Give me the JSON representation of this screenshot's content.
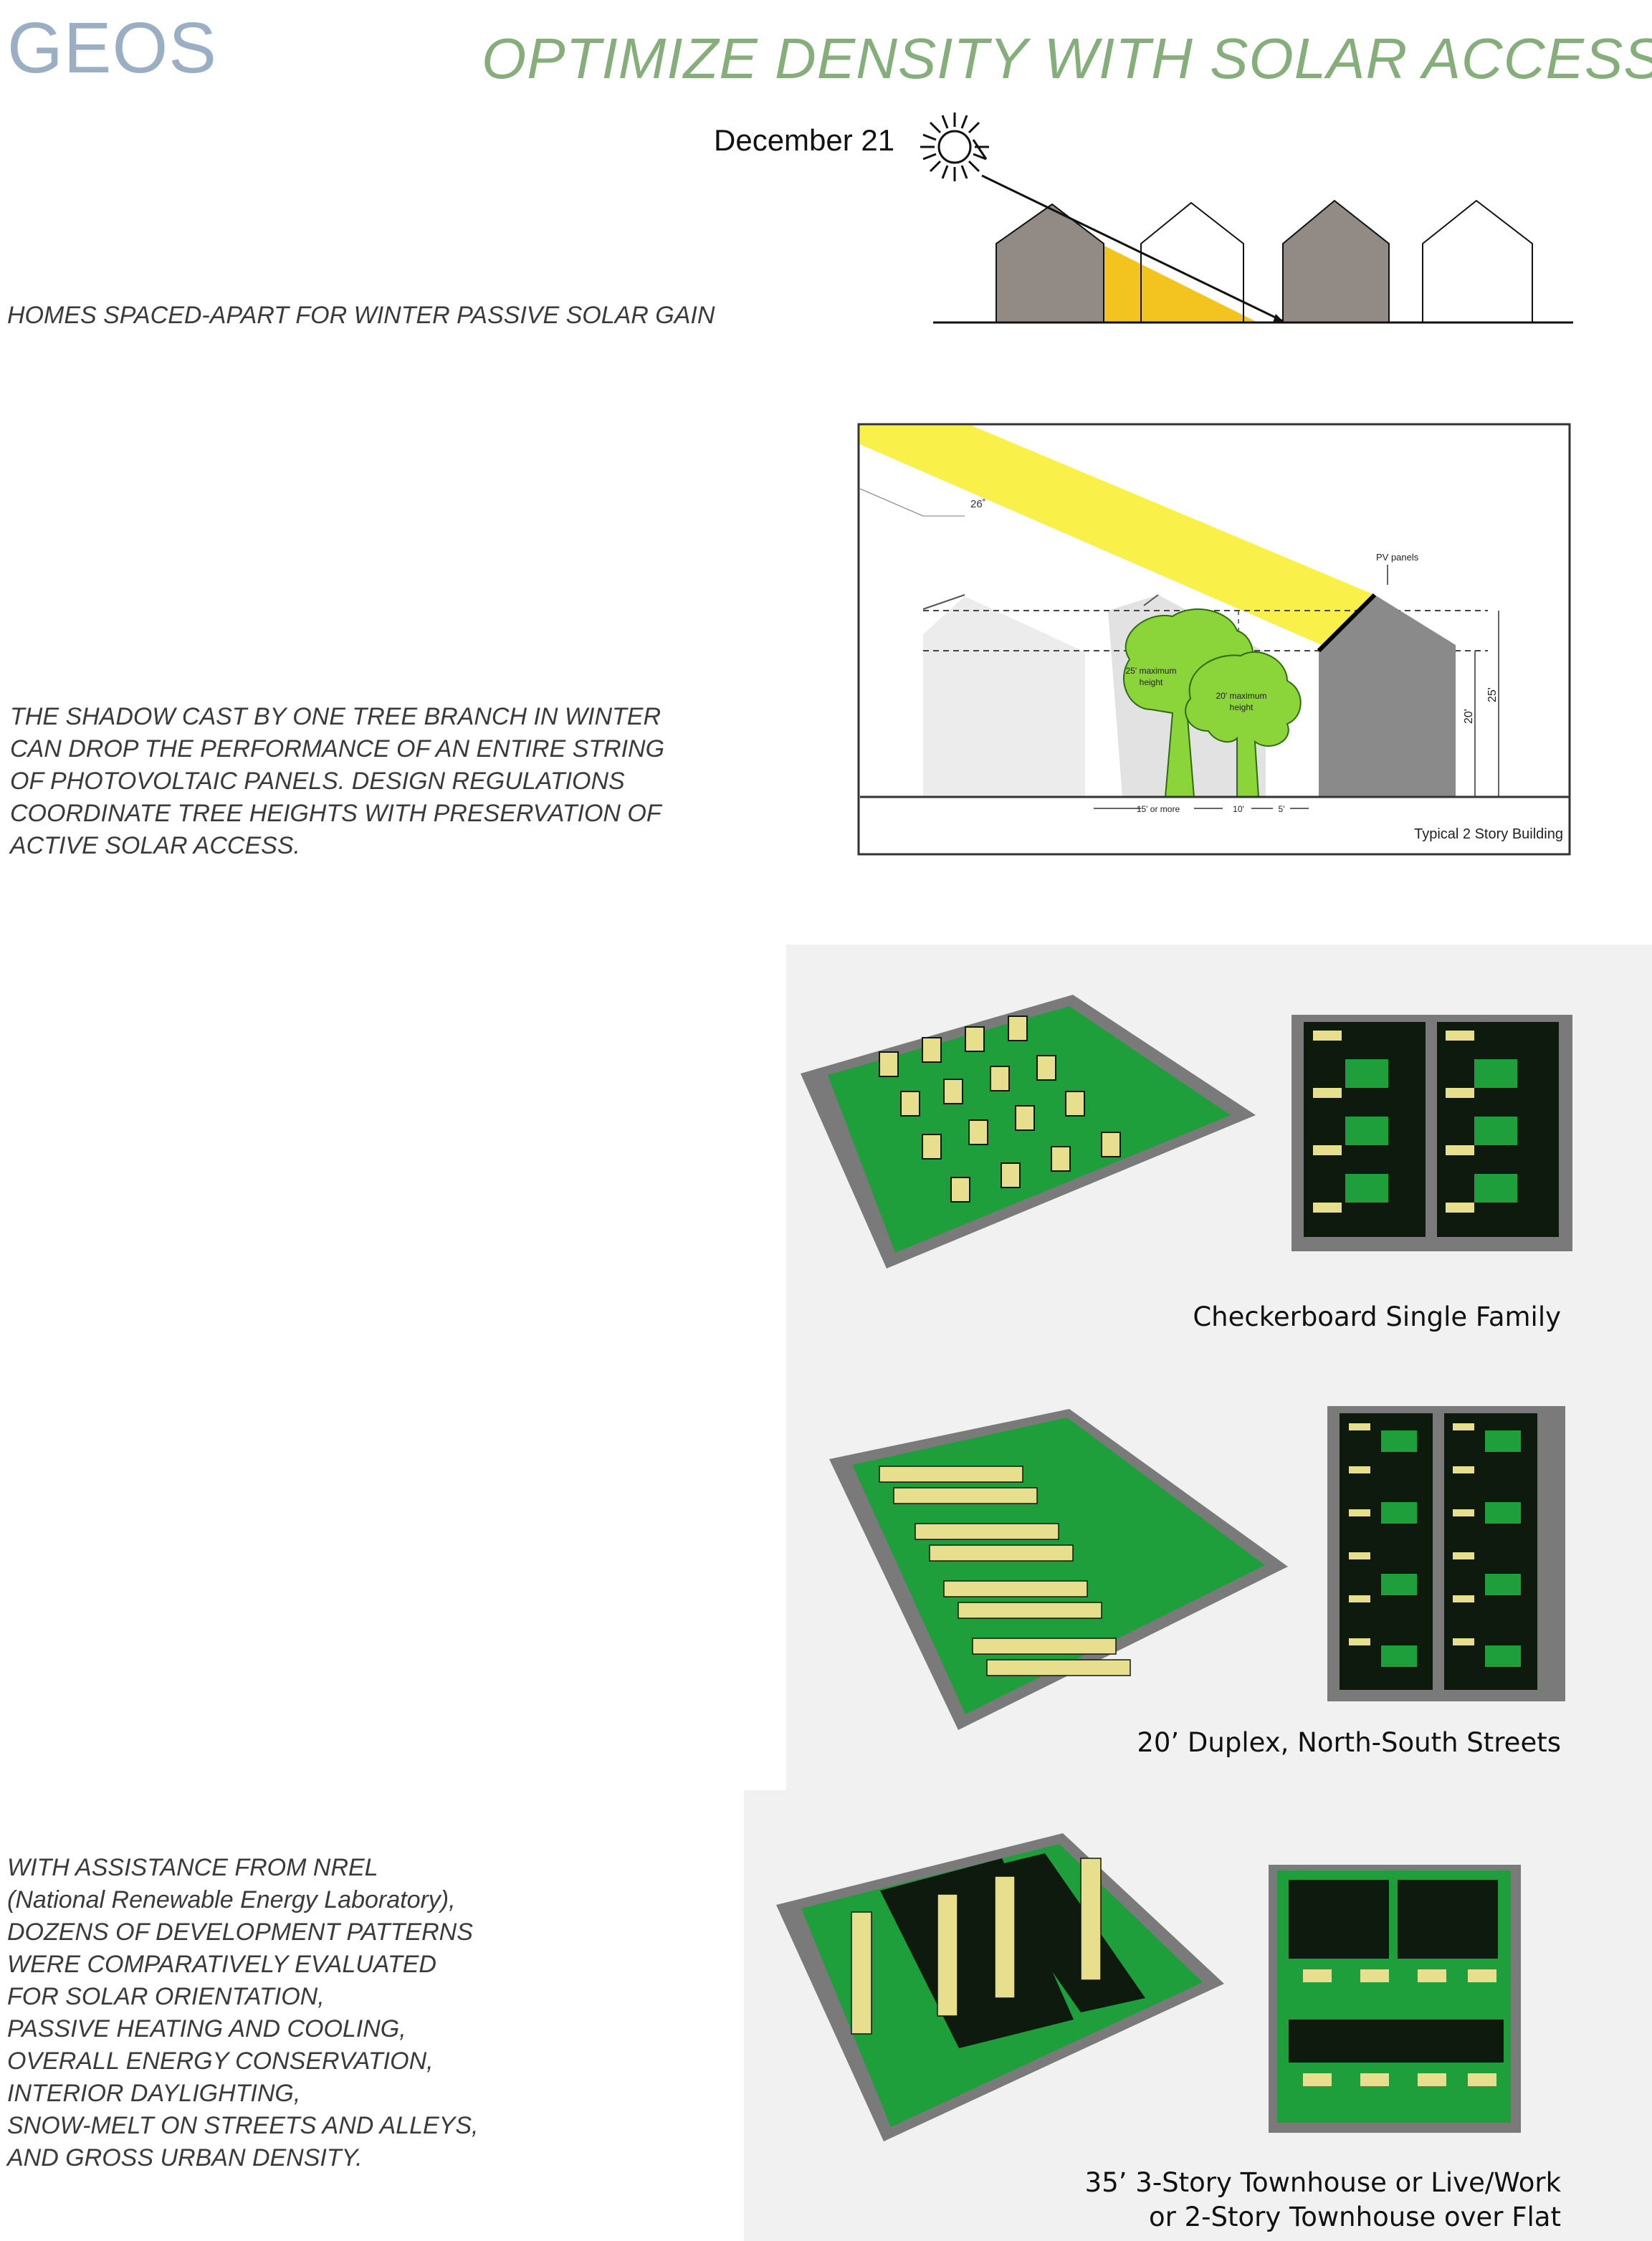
{
  "header": {
    "logo": "GEOS",
    "title": "OPTIMIZE DENSITY WITH SOLAR ACCESS"
  },
  "section1": {
    "date_label": "December 21",
    "caption": "HOMES SPACED-APART FOR WINTER PASSIVE SOLAR GAIN",
    "colors": {
      "shadow": "#f3c41f",
      "house_dark": "#928a84",
      "house_light": "#ffffff"
    }
  },
  "section2": {
    "caption": "THE SHADOW CAST BY ONE TREE BRANCH IN WINTER\nCAN DROP THE PERFORMANCE OF AN ENTIRE STRING\nOF PHOTOVOLTAIC PANELS.  DESIGN REGULATIONS\nCOORDINATE TREE HEIGHTS WITH PRESERVATION OF\nACTIVE SOLAR ACCESS.",
    "diagram": {
      "angle_label": "26˚",
      "pv_label": "PV panels",
      "tree1_label": [
        "25' maximum",
        "height"
      ],
      "tree2_label": [
        "20' maximum",
        "height"
      ],
      "dim_15": "15' or more",
      "dim_10": "10'",
      "dim_5": "5'",
      "dim_20": "20'",
      "dim_25": "25'",
      "building_label": "Typical 2 Story Building",
      "colors": {
        "sun_ray": "#f9f04a",
        "tree": "#8bd43a",
        "building": "#8a8a8a"
      }
    }
  },
  "section3": {
    "panels": [
      {
        "label": "Checkerboard Single Family"
      },
      {
        "label": "20’ Duplex, North-South Streets"
      },
      {
        "label": "35’ 3-Story Townhouse or Live/Work\nor 2-Story Townhouse over Flat"
      }
    ],
    "caption": "WITH ASSISTANCE FROM NREL\n(National Renewable Energy Laboratory),\nDOZENS OF DEVELOPMENT PATTERNS\nWERE COMPARATIVELY EVALUATED\nFOR SOLAR ORIENTATION,\nPASSIVE HEATING AND COOLING,\nOVERALL ENERGY CONSERVATION,\nINTERIOR DAYLIGHTING,\nSNOW-MELT ON STREETS AND ALLEYS,\nAND GROSS URBAN DENSITY.",
    "colors": {
      "grass": "#1f9e3c",
      "street": "#7d7d7d",
      "house": "#e8df8e",
      "shadow": "#0d1a0d"
    }
  }
}
